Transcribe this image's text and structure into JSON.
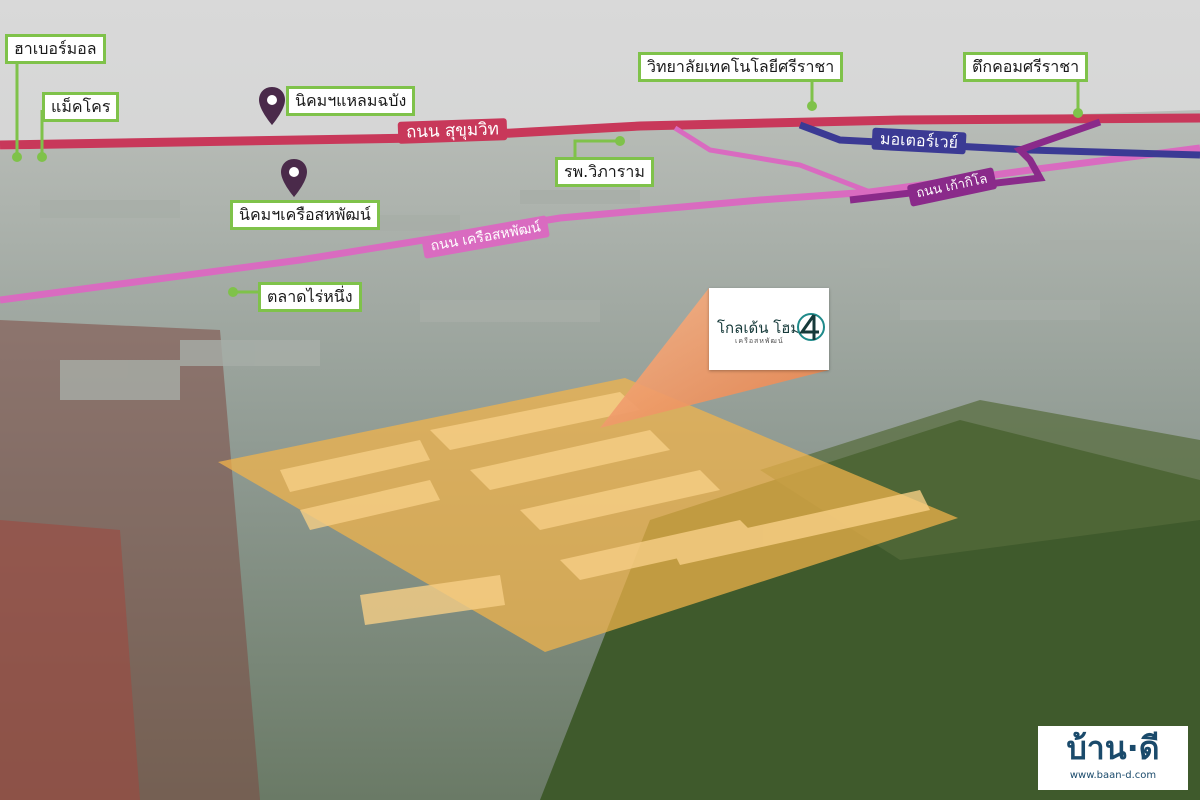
{
  "colors": {
    "sukhumvit_road": "#c8385a",
    "khruea_road": "#d96bc0",
    "motorway": "#3b3a94",
    "kaokilo_road": "#8a2a8a",
    "label_border": "#7fc24a",
    "pin": "#4a2a4a",
    "highlight": "#f4b44a",
    "pointer": "#f08a4a"
  },
  "places": {
    "harbor_mall": "ฮาเบอร์มอล",
    "makro": "แม็คโคร",
    "laem_chabang": "นิคมฯแหลมฉบัง",
    "khruea_sahaphat": "นิคมฯเครือสหพัฒน์",
    "technology_college": "วิทยาลัยเทคโนโลยีศรีราชา",
    "tuk_com": "ตึกคอมศรีราชา",
    "hospital": "รพ.วิภาราม",
    "market": "ตลาดไร่หนึ่ง"
  },
  "roads": {
    "sukhumvit": "ถนน สุขุมวิท",
    "motorway": "มอเตอร์เวย์",
    "kaokilo": "ถนน เก้ากิโล",
    "khruea": "ถนน เครือสหพัฒน์"
  },
  "icons": {
    "pin": "map-pin-icon",
    "logo": "golden-home-4-logo-icon"
  },
  "project": {
    "name": "โกลเด้น โฮม",
    "subtitle": "เครือสหพัฒน์"
  },
  "watermark": {
    "logo_text": "บ้าน·ดี",
    "url": "www.baan-d.com"
  }
}
